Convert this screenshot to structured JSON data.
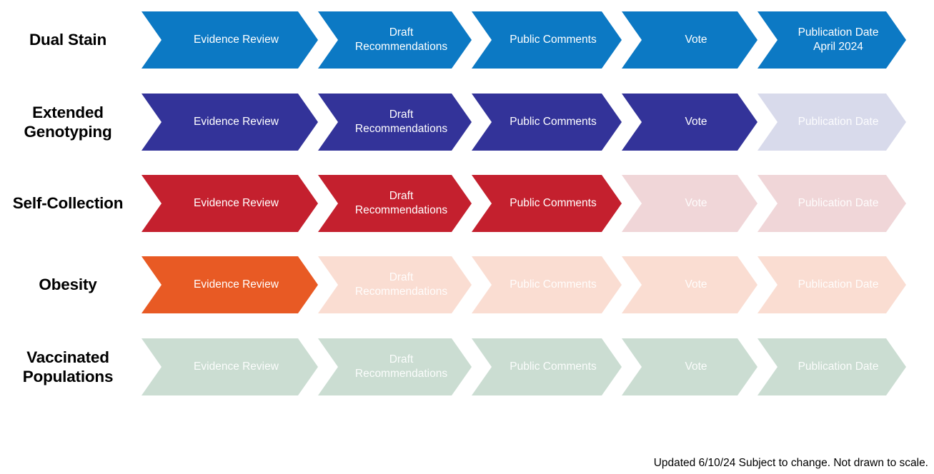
{
  "diagram": {
    "title": "Topic Process Timeline",
    "stage_names": [
      "Evidence Review",
      "Draft Recommendations",
      "Public Comments",
      "Vote",
      "Publication Date"
    ],
    "footnote": "Updated 6/10/24 Subject to change. Not drawn to scale.",
    "colors": {
      "blue": "#0C79C4",
      "blue_faded": "#D8DCEC",
      "navy": "#333399",
      "navy_faded": "#D8DAEB",
      "red": "#C4202E",
      "red_faded": "#F0D6D8",
      "orange": "#E85A24",
      "orange_faded": "#FADDD2",
      "green": "#CBDDD2",
      "green_faded": "#CBDDD2",
      "dim_text": "#FFFFFF",
      "separator": "#FFFFFF"
    }
  },
  "rows": [
    {
      "label": "Dual Stain",
      "color": "#0C79C4",
      "faded_color": "#D8DCEC",
      "stages": [
        {
          "text": "Evidence Review",
          "active": true
        },
        {
          "text": "Draft\nRecommendations",
          "active": true
        },
        {
          "text": "Public Comments",
          "active": true
        },
        {
          "text": "Vote",
          "active": true
        },
        {
          "text": "Publication Date\nApril 2024",
          "active": true
        }
      ]
    },
    {
      "label": "Extended\nGenotyping",
      "color": "#333399",
      "faded_color": "#D8DAEB",
      "stages": [
        {
          "text": "Evidence Review",
          "active": true
        },
        {
          "text": "Draft\nRecommendations",
          "active": true
        },
        {
          "text": "Public Comments",
          "active": true
        },
        {
          "text": "Vote",
          "active": true
        },
        {
          "text": "Publication Date",
          "active": false
        }
      ]
    },
    {
      "label": "Self-Collection",
      "color": "#C4202E",
      "faded_color": "#F0D6D8",
      "stages": [
        {
          "text": "Evidence Review",
          "active": true
        },
        {
          "text": "Draft\nRecommendations",
          "active": true
        },
        {
          "text": "Public Comments",
          "active": true
        },
        {
          "text": "Vote",
          "active": false
        },
        {
          "text": "Publication Date",
          "active": false
        }
      ]
    },
    {
      "label": "Obesity",
      "color": "#E85A24",
      "faded_color": "#FADDD2",
      "stages": [
        {
          "text": "Evidence Review",
          "active": true
        },
        {
          "text": "Draft\nRecommendations",
          "active": false
        },
        {
          "text": "Public Comments",
          "active": false
        },
        {
          "text": "Vote",
          "active": false
        },
        {
          "text": "Publication Date",
          "active": false
        }
      ]
    },
    {
      "label": "Vaccinated\nPopulations",
      "color": "#CBDDD2",
      "faded_color": "#CBDDD2",
      "stages": [
        {
          "text": "Evidence Review",
          "active": false
        },
        {
          "text": "Draft\nRecommendations",
          "active": false
        },
        {
          "text": "Public Comments",
          "active": false
        },
        {
          "text": "Vote",
          "active": false
        },
        {
          "text": "Publication Date",
          "active": false
        }
      ]
    }
  ]
}
